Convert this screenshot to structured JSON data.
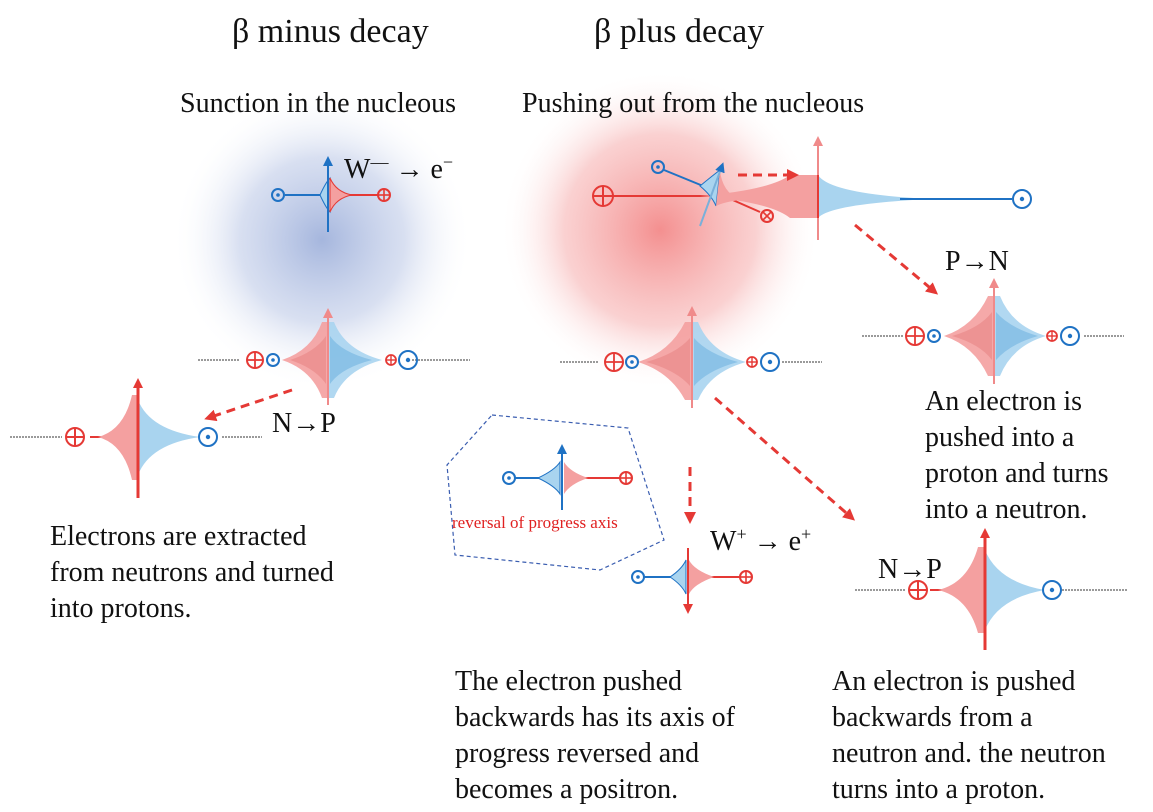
{
  "colors": {
    "red": "#e53935",
    "blue": "#1f72c4",
    "red_fill": "#f4a0a0",
    "blue_fill": "#a9d4ef",
    "wave": "#9a9a9a",
    "dashed_box": "#3a5db0"
  },
  "headings": {
    "beta_minus": "β minus decay",
    "beta_plus": "β plus decay"
  },
  "subheadings": {
    "suction": "Sunction in the nucleous",
    "pushing": "Pushing out from the nucleous"
  },
  "labels": {
    "w_minus": "W",
    "w_minus_sup": "—",
    "w_minus_result": " → e",
    "w_minus_result_sup": "−",
    "w_plus": "W",
    "w_plus_sup": "+",
    "w_plus_result": " → e",
    "w_plus_result_sup": "+",
    "n_to_p_left": "N→P",
    "n_to_p_right": "N→P",
    "p_to_n": "P→N",
    "reversal_note": "reversal of progress axis"
  },
  "descriptions": {
    "minus_result": [
      "Electrons are extracted",
      "from neutrons and turned",
      "into protons."
    ],
    "proton_to_neutron": [
      "An electron is",
      "pushed into a",
      "proton and turns",
      "into a neutron."
    ],
    "positron": [
      "The electron pushed",
      "backwards has its axis of",
      "progress reversed and",
      "becomes a positron."
    ],
    "neutron_to_proton": [
      "An electron is pushed",
      "backwards from a",
      "neutron and. the neutron",
      "turns into a  proton."
    ]
  }
}
